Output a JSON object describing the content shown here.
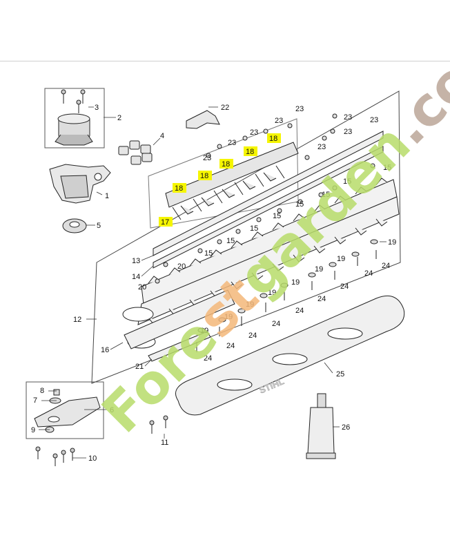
{
  "callouts": {
    "c1": "1",
    "c2": "2",
    "c3": "3",
    "c4": "4",
    "c5": "5",
    "c6": "6",
    "c7": "7",
    "c8": "8",
    "c9": "9",
    "c10": "10",
    "c11": "11",
    "c12": "12",
    "c13": "13",
    "c14": "14",
    "c15": "15",
    "c16": "16",
    "c17": "17",
    "c18": "18",
    "c19": "19",
    "c20": "20",
    "c21": "21",
    "c22": "22",
    "c23": "23",
    "c24": "24",
    "c25": "25",
    "c26": "26"
  },
  "highlighted_callouts": [
    "17",
    "18"
  ],
  "highlight_color": "#f5f500",
  "brand_mark": "STIHL",
  "watermark": {
    "text": "Forestgarden.com",
    "colors": [
      "#b8dc6a",
      "#f4b87a",
      "#bba698"
    ]
  }
}
